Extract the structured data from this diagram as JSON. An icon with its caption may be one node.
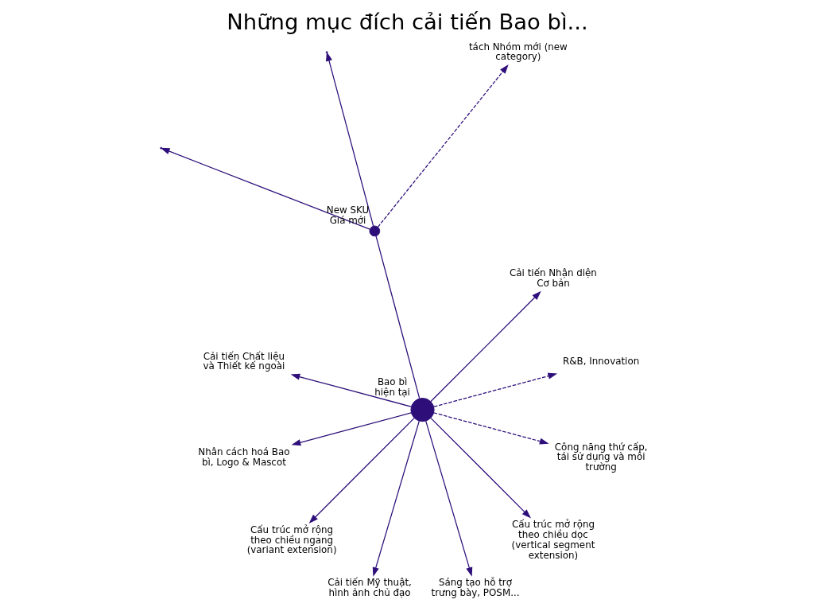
{
  "diagram": {
    "title": "Những mục đích cải tiến Bao bì...",
    "nodes": [
      {
        "text": [
          "R&B, Innovation"
        ]
      },
      {
        "text": [
          "Cải tiến Nhận diện Cơ bản"
        ]
      },
      {
        "text": [
          "tách Nhóm mới (new category)"
        ]
      },
      {
        "text": [],
        "shape": "circle",
        "beside": [
          "New SKU Giá mới"
        ]
      },
      {
        "text": [],
        "shape": "circle",
        "beside": [
          "Bao bì hiện tại"
        ]
      },
      {
        "text": [
          "Cải tiến Chất liệu và Thiết kế ngoài"
        ]
      },
      {
        "text": [
          "Nhân cách hoá Bao bì, Logo & Mascot"
        ]
      },
      {
        "text": [
          "Cấu trúc mở rộng theo chiều ngang (variant extension)"
        ]
      },
      {
        "text": [
          "Cải tiến Mỹ thuật, hình ảnh chủ đạo"
        ]
      },
      {
        "text": [
          "Sáng tạo hỗ trợ trưng bày, POSM..."
        ]
      },
      {
        "text": [
          "Cấu trúc mở rộng theo chiều dọc (vertical segment extension)"
        ]
      },
      {
        "text": [
          "Công năng thứ cấp, tái sử dụng và môi trường"
        ]
      }
    ],
    "edges": [
      {
        "from": 4,
        "to": 0,
        "arrow": "to",
        "style": "dashed"
      },
      {
        "from": 4,
        "to": 1,
        "arrow": "to"
      },
      {
        "from": 4,
        "to": 3,
        "arrow": "none"
      },
      {
        "from": 3,
        "to": null,
        "arrow": "to"
      },
      {
        "from": 3,
        "to": 2,
        "arrow": "to",
        "style": "dashed"
      },
      {
        "from": 3,
        "to": null,
        "arrow": "to"
      },
      {
        "from": 4,
        "to": 5,
        "arrow": "to"
      },
      {
        "from": 4,
        "to": 6,
        "arrow": "to"
      },
      {
        "from": 4,
        "to": 7,
        "arrow": "to"
      },
      {
        "from": 4,
        "to": 8,
        "arrow": "to"
      },
      {
        "from": 4,
        "to": 9,
        "arrow": "to"
      },
      {
        "from": 4,
        "to": 10,
        "arrow": "to"
      },
      {
        "from": 4,
        "to": 11,
        "arrow": "to",
        "style": "dashed"
      }
    ]
  }
}
